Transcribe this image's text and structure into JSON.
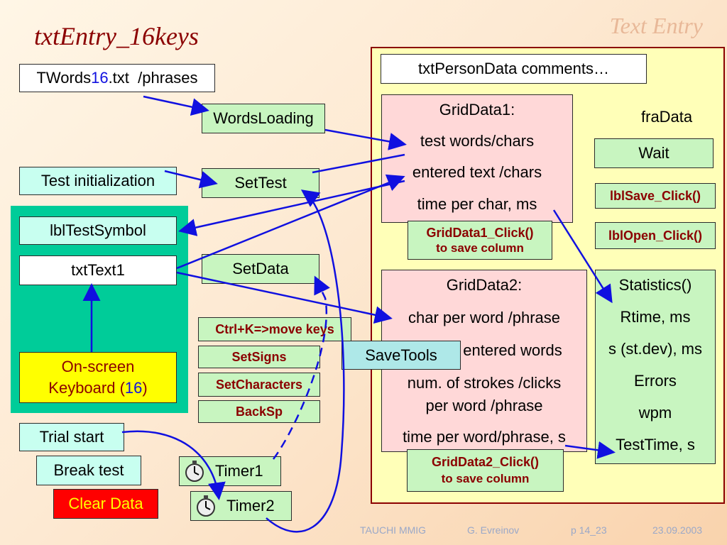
{
  "title": "txtEntry_16keys",
  "corner_label": "Text Entry",
  "footer": {
    "org": "TAUCHI MMIG",
    "author": "G. Evreinov",
    "page": "p 14_23",
    "date": "23.09.2003"
  },
  "left": {
    "twords_prefix": "TWords",
    "twords_num": "16",
    "twords_suffix": ".txt  /phrases",
    "test_init": "Test initialization",
    "lbl_test_symbol": "lblTestSymbol",
    "txt_text1": "txtText1",
    "keyboard_line1": "On-screen",
    "keyboard_line2a": "Keyboard (",
    "keyboard_num": "16",
    "keyboard_line2b": ")",
    "trial_start": "Trial start",
    "break_test": "Break test",
    "clear_data": "Clear Data"
  },
  "middle": {
    "words_loading": "WordsLoading",
    "set_test": "SetTest",
    "set_data": "SetData",
    "ctrl_k": "Ctrl+K=>move keys",
    "set_signs": "SetSigns",
    "set_characters": "SetCharacters",
    "backsp": "BackSp",
    "save_tools": "SaveTools",
    "timer1": "Timer1",
    "timer2": "Timer2"
  },
  "frame": {
    "person_data": "txtPersonData comments…",
    "fra_data": "fraData",
    "wait": "Wait",
    "lbl_save": "lblSave_Click()",
    "lbl_open": "lblOpen_Click()",
    "grid1_lines": [
      "GridData1:",
      "test words/chars",
      "entered text /chars",
      "time per char, ms"
    ],
    "grid1_click_l1": "GridData1_Click()",
    "grid1_click_l2": "to save column",
    "grid2_lines": [
      "GridData2:",
      "char per word /phrase",
      "entered words",
      "num. of strokes /clicks",
      "per word /phrase",
      "time per word/phrase, s"
    ],
    "grid2_click_l1": "GridData2_Click()",
    "grid2_click_l2": "to save column",
    "stats_lines": [
      "Statistics()",
      "Rtime, ms",
      "s (st.dev), ms",
      "Errors",
      "wpm",
      "TestTime, s"
    ]
  },
  "colors": {
    "accent": "#8b0000",
    "arrow": "#1010e0",
    "frame_fill": "#ffffb8",
    "panel": "#00cc99"
  }
}
